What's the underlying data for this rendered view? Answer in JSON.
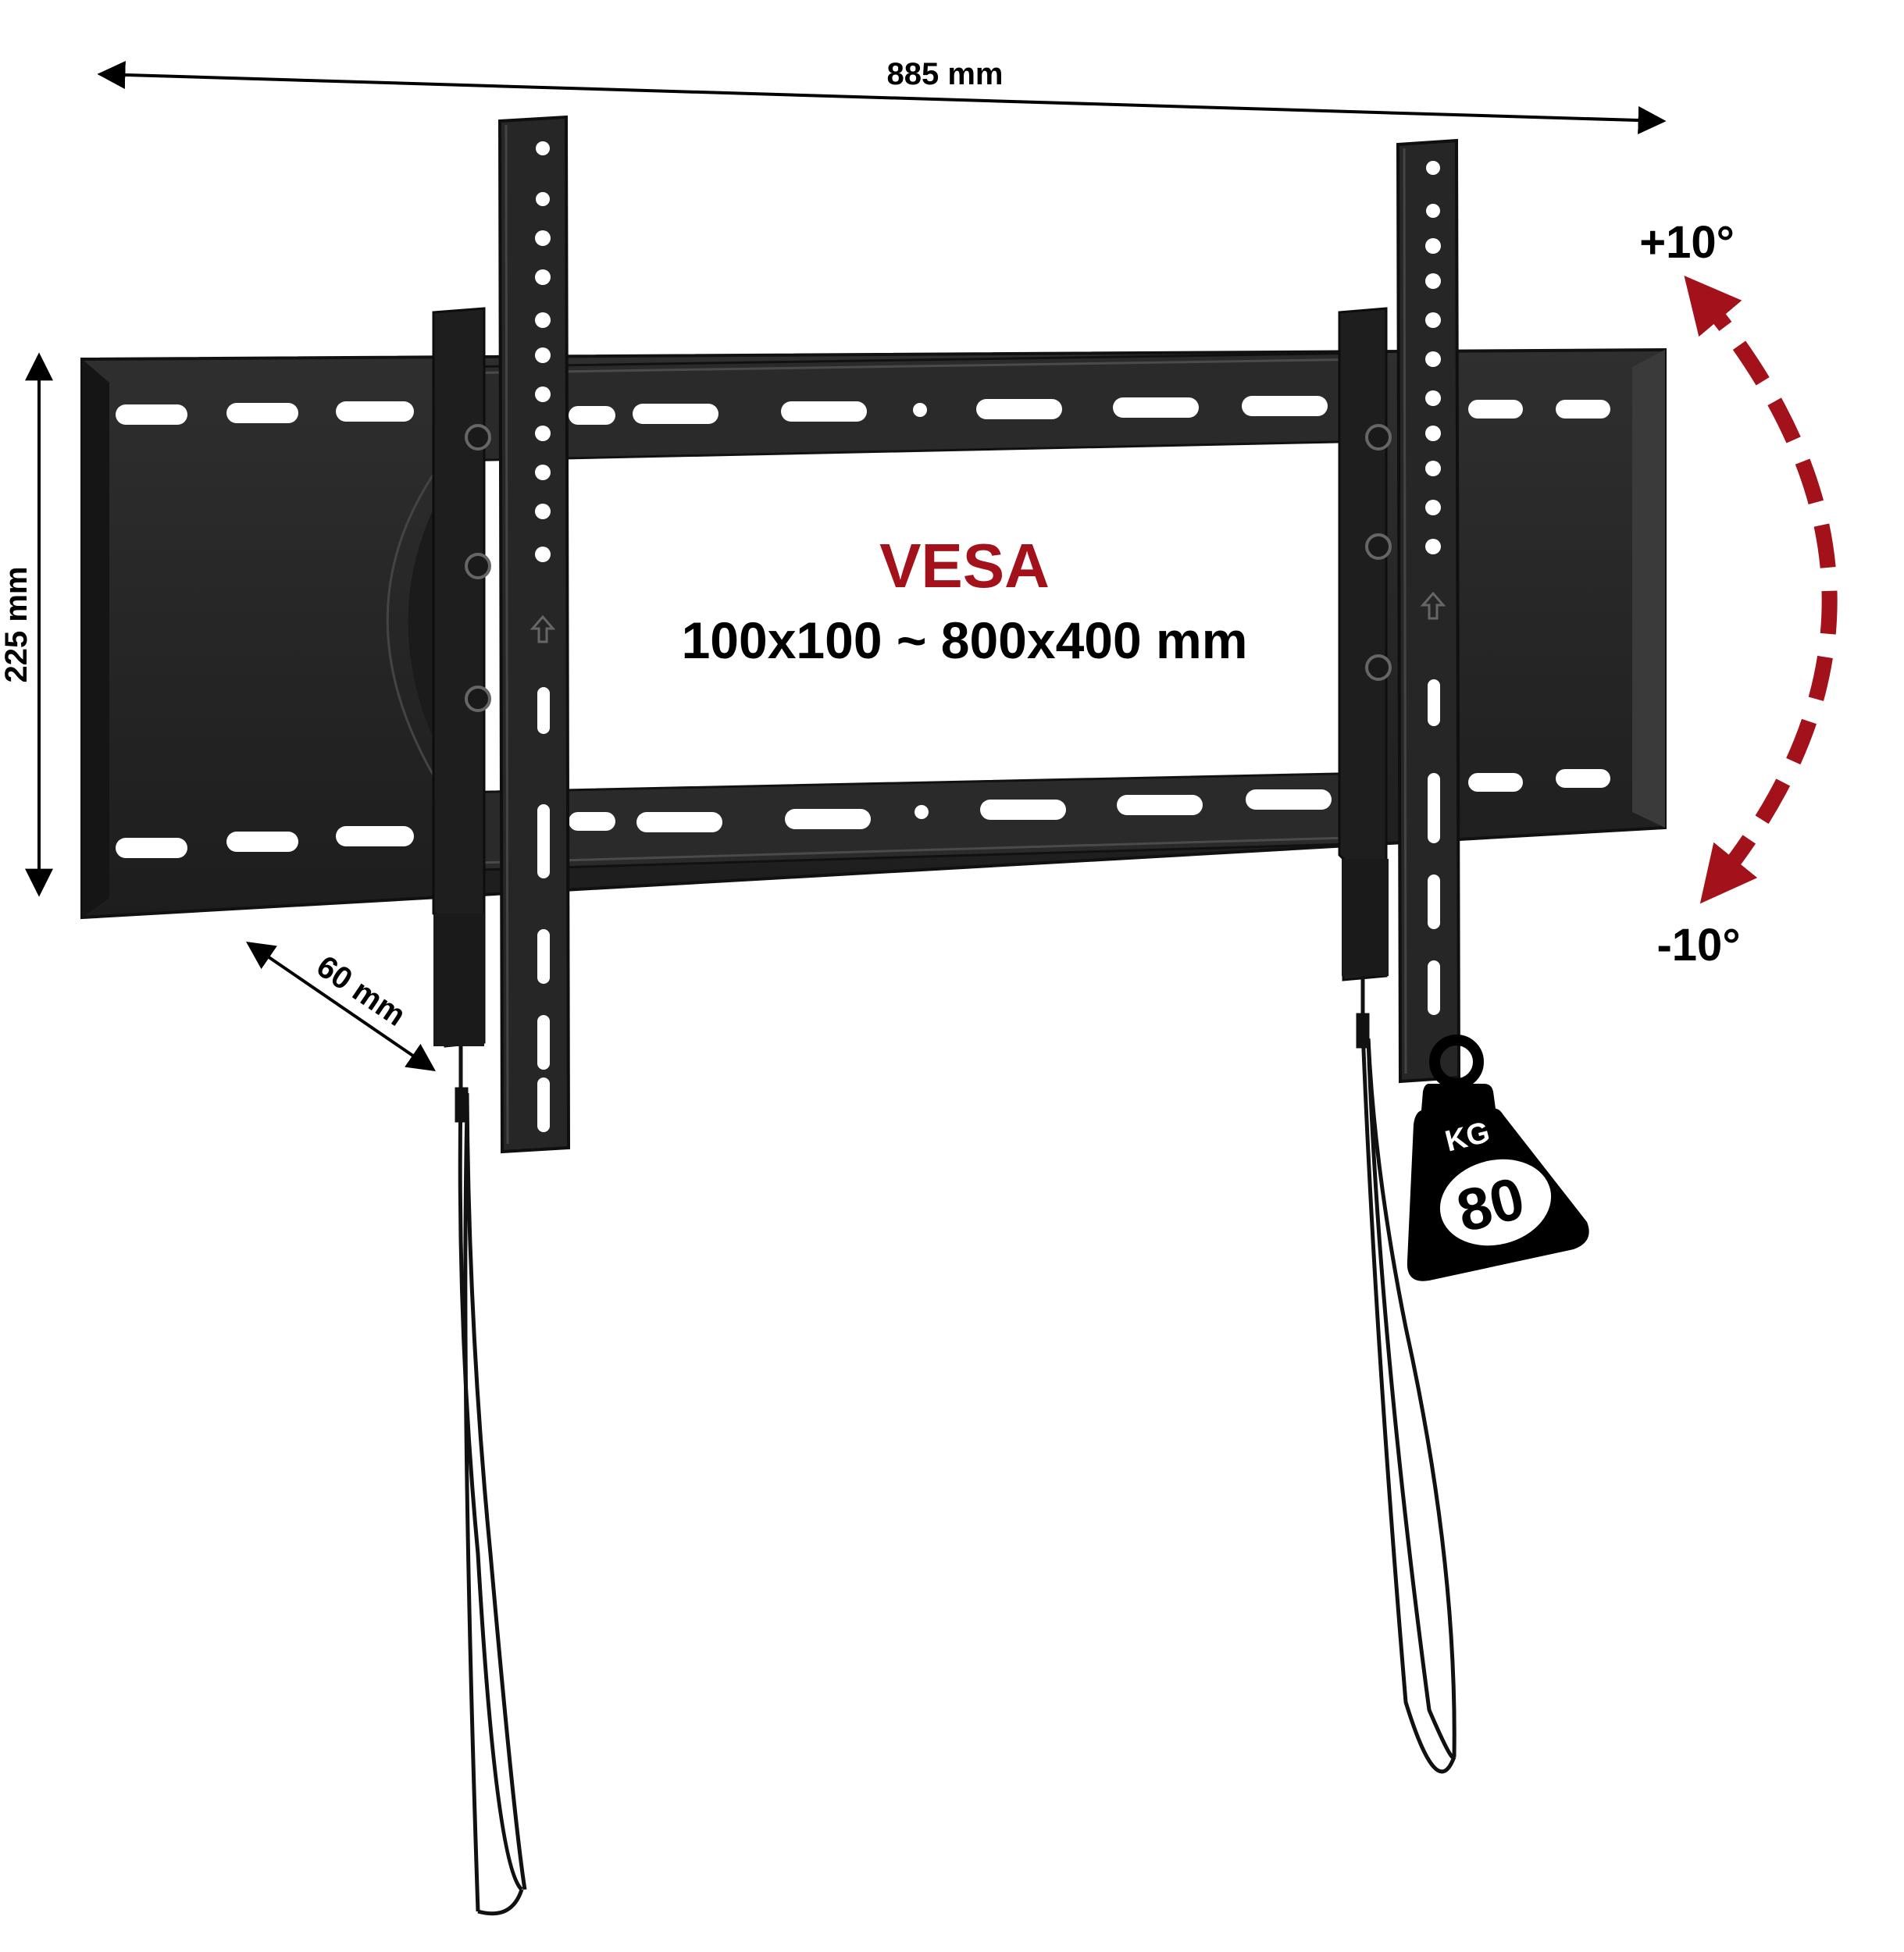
{
  "dimensions": {
    "width_label": "885 mm",
    "height_label": "225 mm",
    "depth_label": "60 mm"
  },
  "tilt": {
    "up_label": "+10°",
    "down_label": "-10°",
    "arrow_color": "#a3111a"
  },
  "vesa": {
    "title": "VESA",
    "range": "100x100 ~ 800x400 mm",
    "title_color": "#a3111a"
  },
  "load": {
    "unit": "KG",
    "value": "80",
    "icon": "weight-icon"
  },
  "colors": {
    "metal": "#262626",
    "metal_edge": "#111111",
    "background": "#ffffff"
  }
}
